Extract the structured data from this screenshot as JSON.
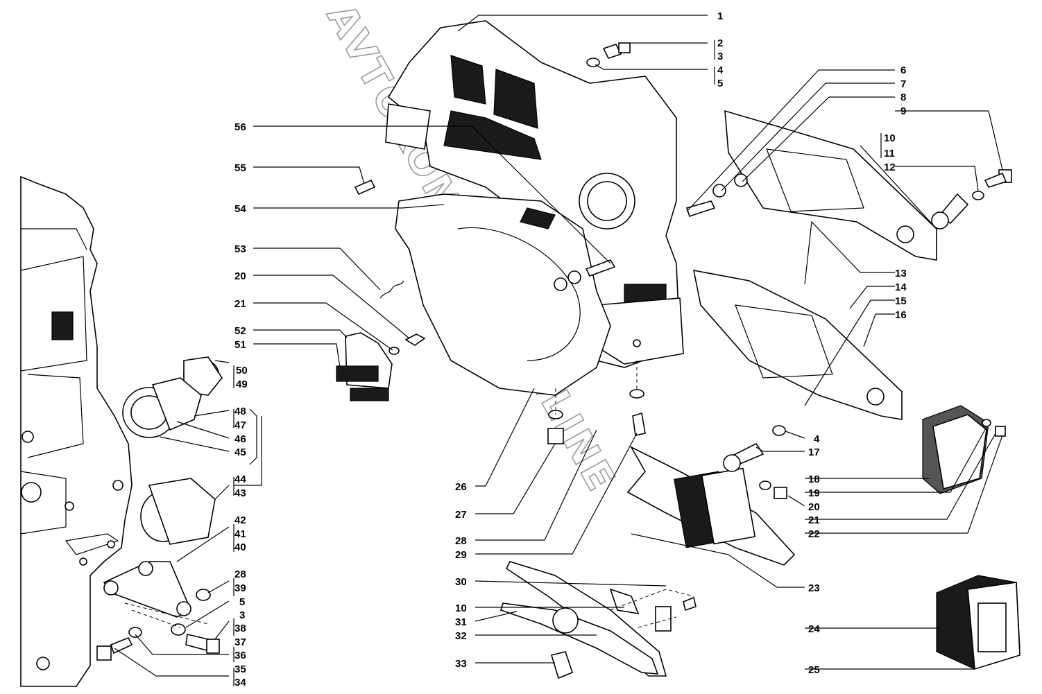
{
  "watermark": "AVTOKOMPAKT.ONLINE",
  "labels": [
    "1",
    "2",
    "3",
    "4",
    "5",
    "6",
    "7",
    "8",
    "9",
    "10",
    "11",
    "12",
    "13",
    "14",
    "15",
    "16",
    "56",
    "55",
    "54",
    "53",
    "20",
    "21",
    "52",
    "51",
    "50",
    "49",
    "48",
    "47",
    "46",
    "45",
    "44",
    "43",
    "42",
    "41",
    "40",
    "28",
    "39",
    "5",
    "3",
    "38",
    "37",
    "36",
    "35",
    "34",
    "26",
    "27",
    "28",
    "29",
    "30",
    "10",
    "31",
    "32",
    "33",
    "4",
    "17",
    "18",
    "19",
    "20",
    "21",
    "22",
    "23",
    "24",
    "25"
  ]
}
